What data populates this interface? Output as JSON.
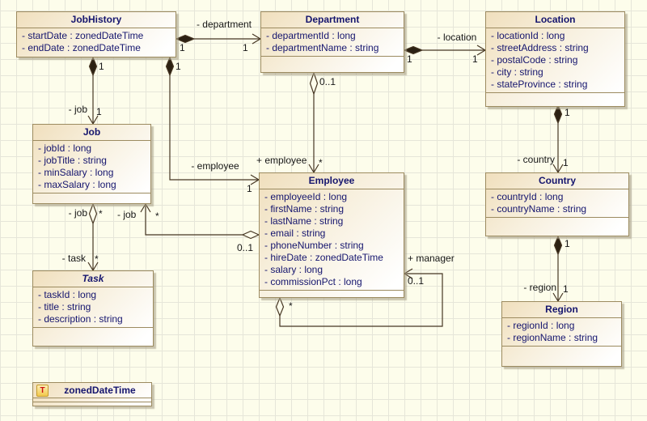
{
  "colors": {
    "canvas_bg": "#fdfdeb",
    "grid_line": "#e6e6d9",
    "box_border": "#9c8b60",
    "box_fill_start": "#f0dfbd",
    "title_text": "#15156e",
    "attr_text": "#15156e",
    "edge_line": "#463623",
    "datatype_icon_bg": "#f2c94c",
    "datatype_icon_letter_color": "#cc1111"
  },
  "classes": {
    "job_history": {
      "title": "JobHistory",
      "attributes": [
        "- startDate : zonedDateTime",
        "- endDate : zonedDateTime"
      ]
    },
    "department": {
      "title": "Department",
      "attributes": [
        "- departmentId : long",
        "- departmentName : string"
      ]
    },
    "location": {
      "title": "Location",
      "attributes": [
        "- locationId : long",
        "- streetAddress : string",
        "- postalCode : string",
        "- city : string",
        "- stateProvince : string"
      ]
    },
    "job": {
      "title": "Job",
      "attributes": [
        "- jobId : long",
        "- jobTitle : string",
        "- minSalary : long",
        "- maxSalary : long"
      ]
    },
    "employee": {
      "title": "Employee",
      "attributes": [
        "- employeeId : long",
        "- firstName : string",
        "- lastName : string",
        "- email : string",
        "- phoneNumber : string",
        "- hireDate : zonedDateTime",
        "- salary : long",
        "- commissionPct : long"
      ]
    },
    "country": {
      "title": "Country",
      "attributes": [
        "- countryId : long",
        "- countryName : string"
      ]
    },
    "task": {
      "title": "Task",
      "attributes": [
        "- taskId : long",
        "- title : string",
        "- description : string"
      ]
    },
    "region": {
      "title": "Region",
      "attributes": [
        "- regionId : long",
        "- regionName : string"
      ]
    }
  },
  "datatype": {
    "icon_letter": "T",
    "title": "zonedDateTime"
  },
  "relations": {
    "jobhistory_department": {
      "label": "- department",
      "source_mult": "1",
      "target_mult": "1"
    },
    "department_location": {
      "label": "- location",
      "source_mult": "1",
      "target_mult": "1"
    },
    "location_country": {
      "label": "- country",
      "source_mult": "1",
      "target_mult": "1"
    },
    "country_region": {
      "label": "- region",
      "source_mult": "1",
      "target_mult": "1"
    },
    "jobhistory_job": {
      "label": "- job",
      "source_mult": "1",
      "target_mult": "1"
    },
    "jobhistory_employee": {
      "label": "- employee",
      "source_mult": "1",
      "target_mult": "1"
    },
    "department_employee": {
      "label": "+ employee",
      "source_mult": "0..1",
      "target_mult": "*"
    },
    "job_task": {
      "source_label": "- job",
      "source_mult": "*",
      "target_label": "- task",
      "target_mult": "*"
    },
    "employee_job": {
      "label": "- job",
      "source_mult": "0..1",
      "target_mult": "*"
    },
    "employee_manager": {
      "label": "+ manager",
      "source_mult": "*",
      "target_mult": "0..1"
    }
  }
}
